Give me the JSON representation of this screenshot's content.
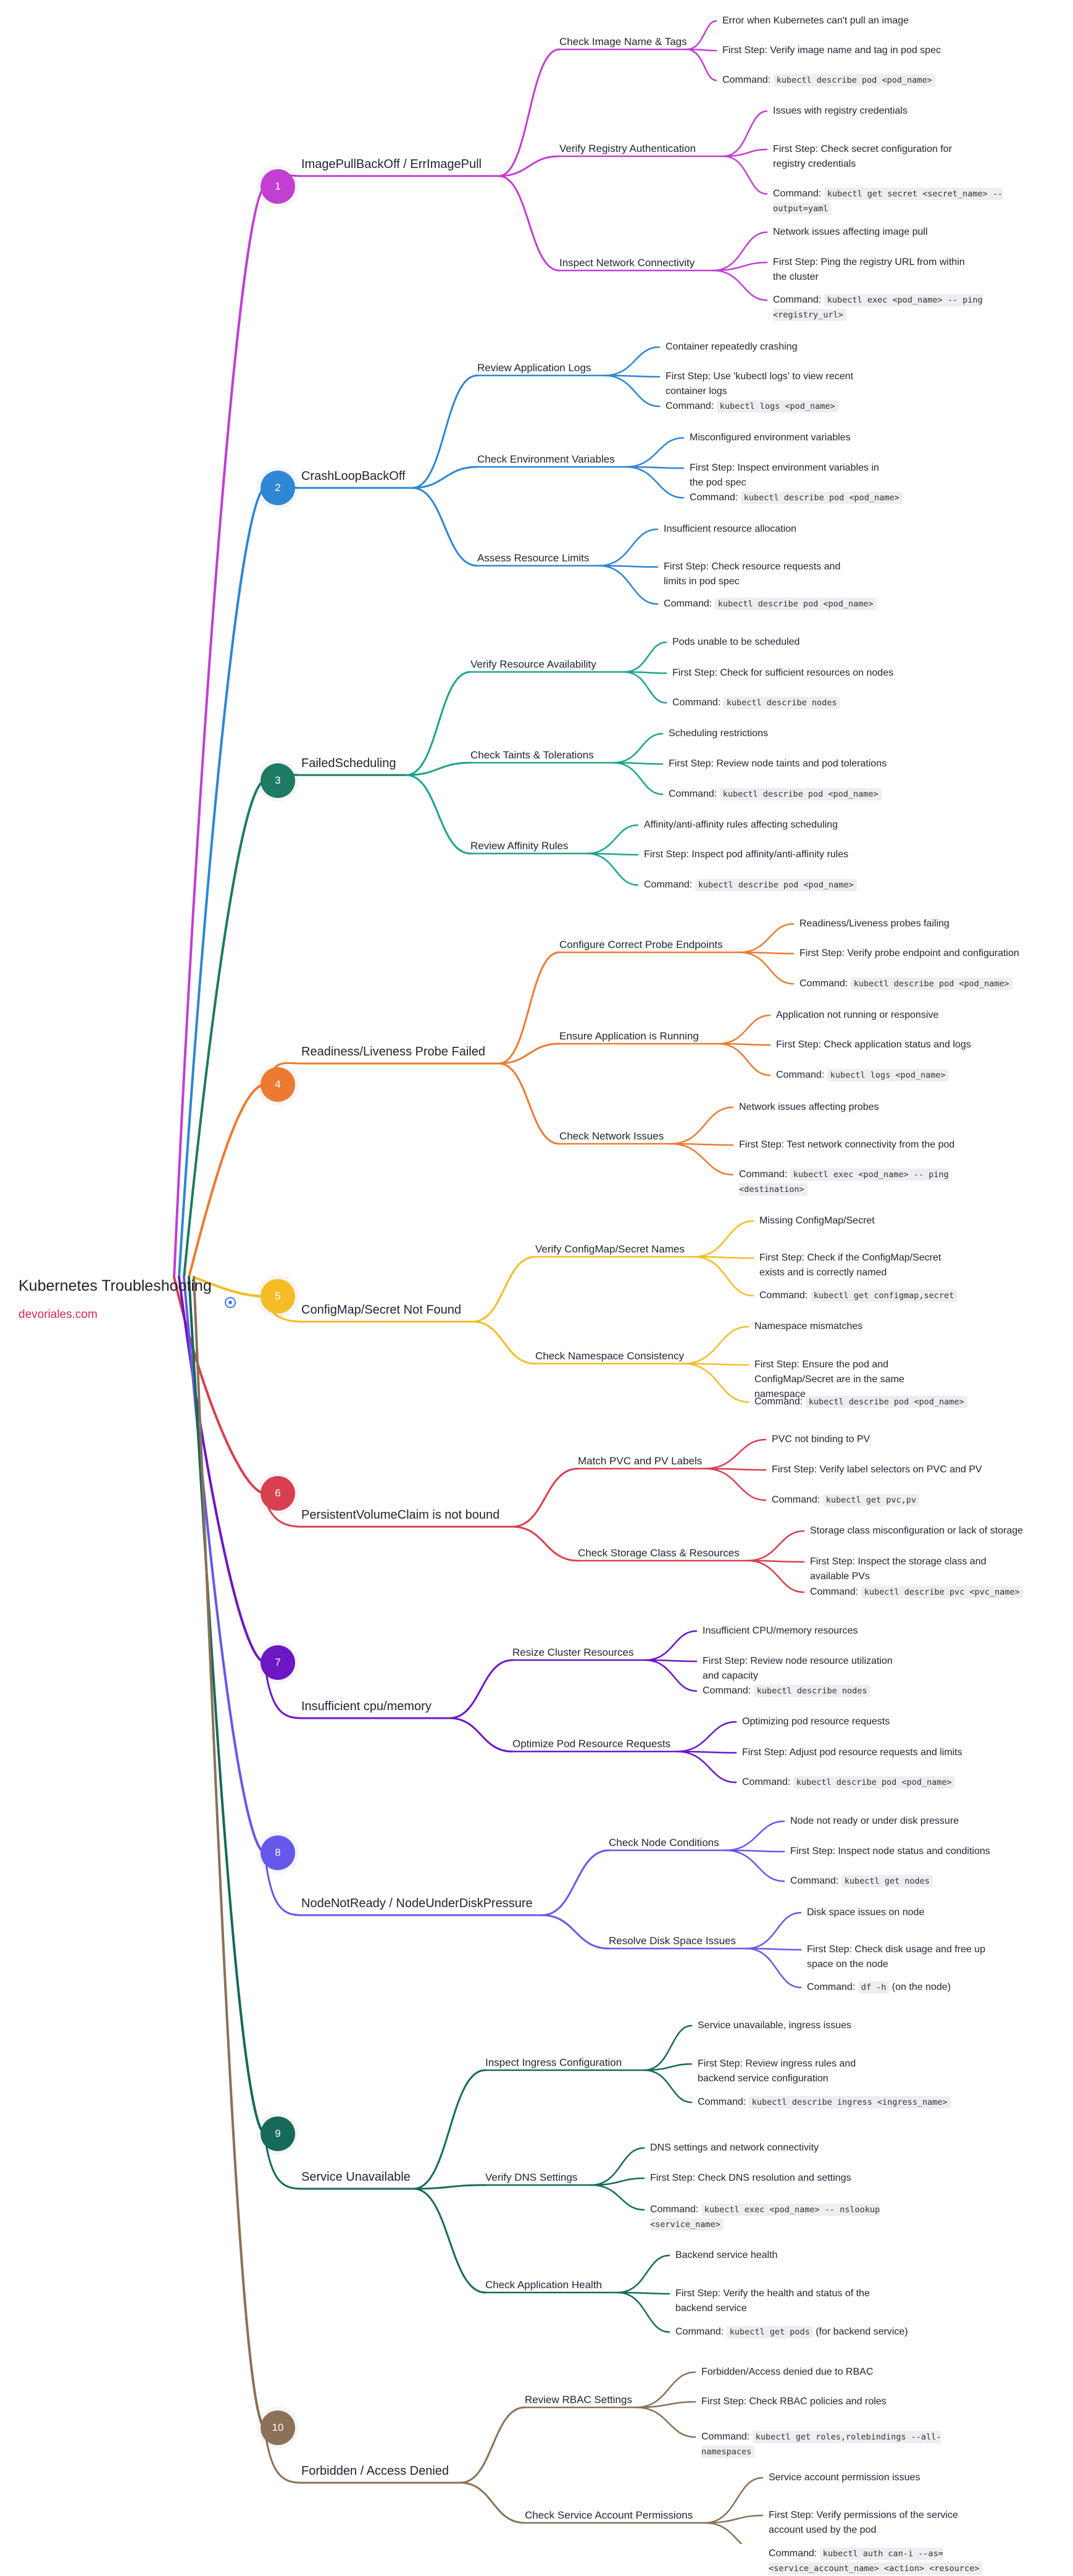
{
  "root": {
    "title": "Kubernetes Troubleshooting",
    "subtitle": "devoriales.com",
    "link_color": "#e0245e"
  },
  "categories": [
    {
      "number": "1",
      "label": "ImagePullBackOff / ErrImagePull",
      "color": "#c13fd1",
      "children": [
        {
          "label": "Check Image Name & Tags",
          "leaves": [
            {
              "text": "Error when Kubernetes can't pull an image"
            },
            {
              "text": "First Step: Verify image name and tag in pod spec"
            },
            {
              "prefix": "Command:",
              "cmd": "kubectl describe pod <pod_name>"
            }
          ]
        },
        {
          "label": "Verify Registry Authentication",
          "leaves": [
            {
              "text": "Issues with registry credentials"
            },
            {
              "text": "First Step: Check secret configuration for registry credentials"
            },
            {
              "prefix": "Command:",
              "cmd": "kubectl get secret <secret_name> -- output=yaml"
            }
          ]
        },
        {
          "label": "Inspect Network Connectivity",
          "leaves": [
            {
              "text": "Network issues affecting image pull"
            },
            {
              "text": "First Step: Ping the registry URL from within the cluster"
            },
            {
              "prefix": "Command:",
              "cmd": "kubectl exec <pod_name> -- ping <registry_url>"
            }
          ]
        }
      ]
    },
    {
      "number": "2",
      "label": "CrashLoopBackOff",
      "color": "#2e86d4",
      "children": [
        {
          "label": "Review Application Logs",
          "leaves": [
            {
              "text": "Container repeatedly crashing"
            },
            {
              "text": "First Step: Use 'kubectl logs' to view recent container logs"
            },
            {
              "prefix": "Command:",
              "cmd": "kubectl logs <pod_name>"
            }
          ]
        },
        {
          "label": "Check Environment Variables",
          "leaves": [
            {
              "text": "Misconfigured environment variables"
            },
            {
              "text": "First Step: Inspect environment variables in the pod spec"
            },
            {
              "prefix": "Command:",
              "cmd": "kubectl describe pod <pod_name>"
            }
          ]
        },
        {
          "label": "Assess Resource Limits",
          "leaves": [
            {
              "text": "Insufficient resource allocation"
            },
            {
              "text": "First Step: Check resource requests and limits in pod spec"
            },
            {
              "prefix": "Command:",
              "cmd": "kubectl describe pod <pod_name>"
            }
          ]
        }
      ]
    },
    {
      "number": "3",
      "label": "FailedScheduling",
      "color": "#1e7a63",
      "branch_color": "#1ea38d",
      "children": [
        {
          "label": "Verify Resource Availability",
          "leaves": [
            {
              "text": "Pods unable to be scheduled"
            },
            {
              "text": "First Step: Check for sufficient resources on nodes"
            },
            {
              "prefix": "Command:",
              "cmd": "kubectl describe nodes"
            }
          ]
        },
        {
          "label": "Check Taints & Tolerations",
          "leaves": [
            {
              "text": "Scheduling restrictions"
            },
            {
              "text": "First Step: Review node taints and pod tolerations"
            },
            {
              "prefix": "Command:",
              "cmd": "kubectl describe pod <pod_name>"
            }
          ]
        },
        {
          "label": "Review Affinity Rules",
          "leaves": [
            {
              "text": "Affinity/anti-affinity rules affecting scheduling"
            },
            {
              "text": "First Step: Inspect pod affinity/anti-affinity rules"
            },
            {
              "prefix": "Command:",
              "cmd": "kubectl describe pod <pod_name>"
            }
          ]
        }
      ]
    },
    {
      "number": "4",
      "label": "Readiness/Liveness Probe Failed",
      "color": "#ec7b31",
      "children": [
        {
          "label": "Configure Correct Probe Endpoints",
          "leaves": [
            {
              "text": "Readiness/Liveness probes failing"
            },
            {
              "text": "First Step: Verify probe endpoint and configuration"
            },
            {
              "prefix": "Command:",
              "cmd": "kubectl describe pod <pod_name>"
            }
          ]
        },
        {
          "label": "Ensure Application is Running",
          "leaves": [
            {
              "text": "Application not running or responsive"
            },
            {
              "text": "First Step: Check application status and logs"
            },
            {
              "prefix": "Command:",
              "cmd": "kubectl logs <pod_name>"
            }
          ]
        },
        {
          "label": "Check Network Issues",
          "leaves": [
            {
              "text": "Network issues affecting probes"
            },
            {
              "text": "First Step: Test network connectivity from the pod"
            },
            {
              "prefix": "Command:",
              "cmd": "kubectl exec <pod_name> -- ping <destination>"
            }
          ]
        }
      ]
    },
    {
      "number": "5",
      "label": "ConfigMap/Secret Not Found",
      "color": "#f4bd26",
      "children": [
        {
          "label": "Verify ConfigMap/Secret Names",
          "leaves": [
            {
              "text": "Missing ConfigMap/Secret"
            },
            {
              "text": "First Step: Check if the ConfigMap/Secret exists and is correctly named"
            },
            {
              "prefix": "Command:",
              "cmd": "kubectl get configmap,secret"
            }
          ]
        },
        {
          "label": "Check Namespace Consistency",
          "leaves": [
            {
              "text": "Namespace mismatches"
            },
            {
              "text": "First Step: Ensure the pod and ConfigMap/Secret are in the same namespace"
            },
            {
              "prefix": "Command:",
              "cmd": "kubectl describe pod <pod_name>"
            }
          ]
        }
      ]
    },
    {
      "number": "6",
      "label": "PersistentVolumeClaim is not bound",
      "color": "#d8404f",
      "children": [
        {
          "label": "Match PVC and PV Labels",
          "leaves": [
            {
              "text": "PVC not binding to PV"
            },
            {
              "text": "First Step: Verify label selectors on PVC and PV"
            },
            {
              "prefix": "Command:",
              "cmd": "kubectl get pvc,pv"
            }
          ]
        },
        {
          "label": "Check Storage Class & Resources",
          "leaves": [
            {
              "text": "Storage class misconfiguration or lack of storage"
            },
            {
              "text": "First Step: Inspect the storage class and available PVs"
            },
            {
              "prefix": "Command:",
              "cmd": "kubectl describe pvc <pvc_name>"
            }
          ]
        }
      ]
    },
    {
      "number": "7",
      "label": "Insufficient cpu/memory",
      "color": "#6d16c4",
      "children": [
        {
          "label": "Resize Cluster Resources",
          "leaves": [
            {
              "text": "Insufficient CPU/memory resources"
            },
            {
              "text": "First Step: Review node resource utilization and capacity"
            },
            {
              "prefix": "Command:",
              "cmd": "kubectl describe nodes"
            }
          ]
        },
        {
          "label": "Optimize Pod Resource Requests",
          "leaves": [
            {
              "text": "Optimizing pod resource requests"
            },
            {
              "text": "First Step: Adjust pod resource requests and limits"
            },
            {
              "prefix": "Command:",
              "cmd": "kubectl describe pod <pod_name>"
            }
          ]
        }
      ]
    },
    {
      "number": "8",
      "label": "NodeNotReady / NodeUnderDiskPressure",
      "color": "#6658ea",
      "children": [
        {
          "label": "Check Node Conditions",
          "leaves": [
            {
              "text": "Node not ready or under disk pressure"
            },
            {
              "text": "First Step: Inspect node status and conditions"
            },
            {
              "prefix": "Command:",
              "cmd": "kubectl get nodes"
            }
          ]
        },
        {
          "label": "Resolve Disk Space Issues",
          "leaves": [
            {
              "text": "Disk space issues on node"
            },
            {
              "text": "First Step: Check disk usage and free up space on the node"
            },
            {
              "prefix": "Command:",
              "cmd": "df -h",
              "suffix": "(on the node)"
            }
          ]
        }
      ]
    },
    {
      "number": "9",
      "label": "Service Unavailable",
      "color": "#17695a",
      "children": [
        {
          "label": "Inspect Ingress Configuration",
          "leaves": [
            {
              "text": "Service unavailable, ingress issues"
            },
            {
              "text": "First Step: Review ingress rules and backend service configuration"
            },
            {
              "prefix": "Command:",
              "cmd": "kubectl describe ingress <ingress_name>"
            }
          ]
        },
        {
          "label": "Verify DNS Settings",
          "leaves": [
            {
              "text": "DNS settings and network connectivity"
            },
            {
              "text": "First Step: Check DNS resolution and settings"
            },
            {
              "prefix": "Command:",
              "cmd": "kubectl exec <pod_name> -- nslookup <service_name>"
            }
          ]
        },
        {
          "label": "Check Application Health",
          "leaves": [
            {
              "text": "Backend service health"
            },
            {
              "text": "First Step: Verify the health and status of the backend service"
            },
            {
              "prefix": "Command:",
              "cmd": "kubectl get pods",
              "suffix": "(for backend service)"
            }
          ]
        }
      ]
    },
    {
      "number": "10",
      "label": "Forbidden / Access Denied",
      "color": "#8a7157",
      "children": [
        {
          "label": "Review RBAC Settings",
          "leaves": [
            {
              "text": "Forbidden/Access denied due to RBAC"
            },
            {
              "text": "First Step: Check RBAC policies and roles"
            },
            {
              "prefix": "Command:",
              "cmd": "kubectl get roles,rolebindings --all-namespaces"
            }
          ]
        },
        {
          "label": "Check Service Account Permissions",
          "leaves": [
            {
              "text": "Service account permission issues"
            },
            {
              "text": "First Step: Verify permissions of the service account used by the pod"
            },
            {
              "prefix": "Command:",
              "cmd": "kubectl auth can-i --as=<service_account_name> <action> <resource>"
            }
          ]
        }
      ]
    }
  ]
}
